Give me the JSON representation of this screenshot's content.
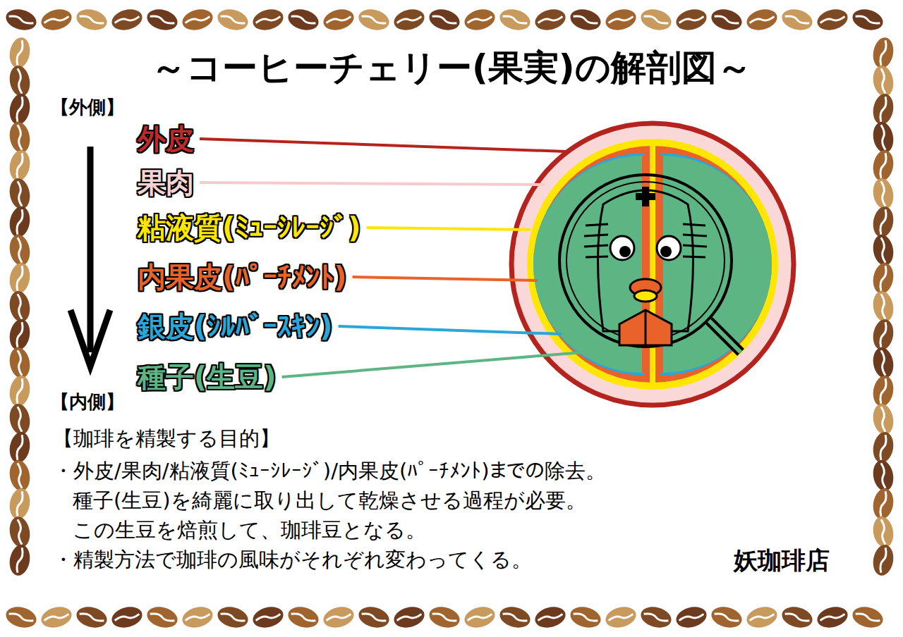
{
  "diagram": {
    "title": "～コーヒーチェリー(果実)の解剖図～",
    "labels": [
      "【外側】",
      "外皮",
      "果肉",
      "粘液質(ﾐｭｰｼﾚｰｼﾞ)",
      "内果皮(ﾊﾟｰﾁﾒﾝﾄ)",
      "銀皮(ｼﾙﾊﾞｰｽｷﾝ)",
      "種子(生豆)",
      "【内側】",
      "【珈琲を精製する目的】",
      "・外皮/果肉/粘液質(ﾐｭｰｼﾚｰｼﾞ)/内果皮(ﾊﾟｰﾁﾒﾝﾄ)までの除去。",
      "種子(生豆)を綺麗に取り出して乾燥させる過程が必要。",
      "この生豆を焙煎して、珈琲豆となる。",
      "・精製方法で珈琲の風味がそれぞれ変わってくる。",
      "妖珈琲店"
    ]
  }
}
